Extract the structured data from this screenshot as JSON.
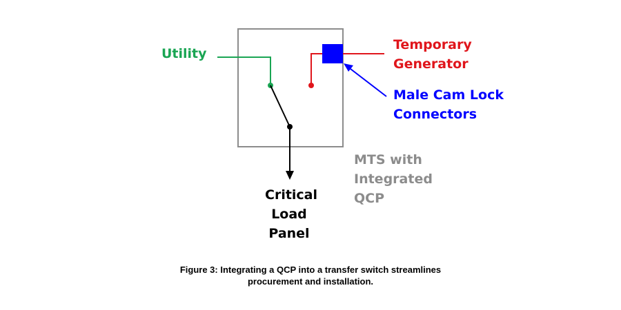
{
  "colors": {
    "utility": "#1aa553",
    "generator": "#e0151b",
    "connector": "#0000ff",
    "load": "#000000",
    "mts": "#8c8c8c",
    "box_border": "#8c8c8c"
  },
  "labels": {
    "utility": "Utility",
    "generator": [
      "Temporary",
      "Generator"
    ],
    "connectors": [
      "Male Cam Lock",
      "Connectors"
    ],
    "load": [
      "Critical",
      "Load",
      "Panel"
    ],
    "mts": [
      "MTS with",
      "Integrated",
      "QCP"
    ]
  },
  "caption": [
    "Figure 3: Integrating a QCP into a transfer switch streamlines",
    "procurement and installation."
  ]
}
